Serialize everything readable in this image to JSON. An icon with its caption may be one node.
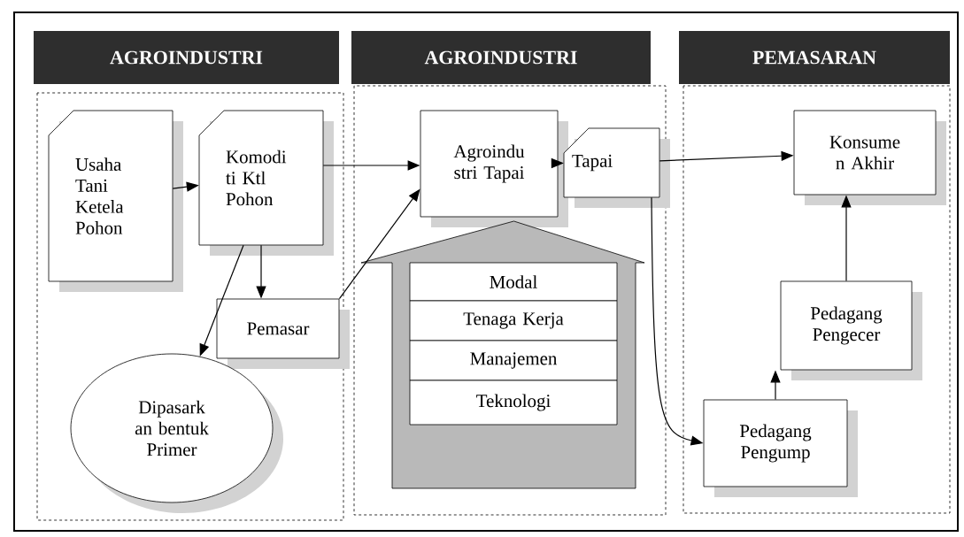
{
  "diagram": {
    "nodes": [
      {
        "text": [
          "AGROINDUSTRI"
        ]
      },
      {
        "text": [
          "AGROINDUSTRI"
        ]
      },
      {
        "text": [
          "PEMASARAN"
        ]
      },
      {
        "text": [
          "Usaha Tani Ketela Pohon"
        ],
        "in": 0
      },
      {
        "text": [
          "Komodi ti Ktl Pohon"
        ],
        "in": 0
      },
      {
        "text": [
          "Pemasar"
        ],
        "in": 0
      },
      {
        "text": [
          "Dipasark an bentuk Primer"
        ],
        "in": 0
      },
      {
        "text": [
          "Agroindu stri Tapai"
        ],
        "in": 1
      },
      {
        "text": [
          "Tapai"
        ],
        "in": 1
      },
      {
        "text": [],
        "shape": "house",
        "in": 1
      },
      {
        "text": [
          "Modal"
        ],
        "in": 9
      },
      {
        "text": [
          "Tenaga Kerja"
        ],
        "in": 9
      },
      {
        "text": [
          "Manajemen"
        ],
        "in": 9
      },
      {
        "text": [
          "Teknologi"
        ],
        "in": 9
      },
      {
        "text": [
          "Konsume n Akhir"
        ],
        "in": 2
      },
      {
        "text": [
          "Pedagang Pengecer"
        ],
        "in": 2
      },
      {
        "text": [
          "Pedagang Pengump"
        ],
        "in": 2
      }
    ],
    "edges": [
      {
        "from": 3,
        "to": 4,
        "arrow": "to"
      },
      {
        "from": 4,
        "to": 7,
        "arrow": "to"
      },
      {
        "from": 4,
        "to": 5,
        "arrow": "to"
      },
      {
        "from": 4,
        "to": 6,
        "arrow": "to"
      },
      {
        "from": 5,
        "to": 7,
        "arrow": "to"
      },
      {
        "from": 7,
        "to": 8,
        "arrow": "to"
      },
      {
        "from": 8,
        "to": 14,
        "arrow": "to"
      },
      {
        "from": 8,
        "to": 16,
        "arrow": "to"
      },
      {
        "from": 16,
        "to": 15,
        "arrow": "to"
      },
      {
        "from": 15,
        "to": 14,
        "arrow": "to"
      }
    ]
  }
}
